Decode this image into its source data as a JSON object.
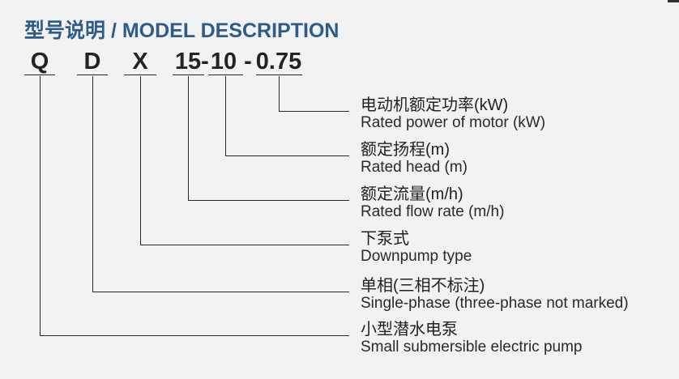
{
  "title": {
    "text": "型号说明 / MODEL DESCRIPTION",
    "color": "#2d5c8a"
  },
  "model_code": {
    "segments": [
      "Q",
      "D",
      "X",
      "15",
      "10",
      "0.75"
    ],
    "dash": "-"
  },
  "legend": [
    {
      "zh": "电动机额定功率(kW)",
      "en": "Rated power of motor (kW)"
    },
    {
      "zh": "额定扬程(m)",
      "en": "Rated head (m)"
    },
    {
      "zh": "额定流量(m/h)",
      "en": "Rated flow rate (m/h)"
    },
    {
      "zh": "下泵式",
      "en": "Downpump type"
    },
    {
      "zh": "单相(三相不标注)",
      "en": "Single-phase (three-phase not marked)"
    },
    {
      "zh": "小型潜水电泵",
      "en": "Small submersible electric pump"
    }
  ],
  "colors": {
    "background": "#f2f2f2",
    "title_blue": "#2d5c8a",
    "ink": "#262223",
    "line": "#2a2627"
  }
}
